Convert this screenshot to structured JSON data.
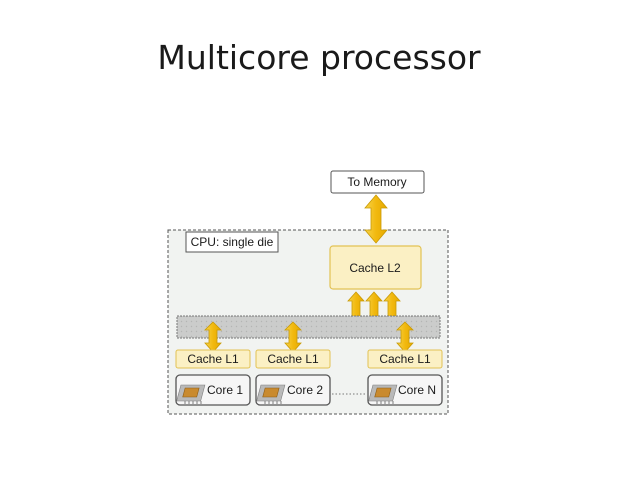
{
  "slide": {
    "title": "Multicore processor"
  },
  "diagram": {
    "die_label": "CPU: single die",
    "memory_label": "To Memory",
    "cache_l2_label": "Cache L2",
    "cores": [
      {
        "cache_label": "Cache L1",
        "core_label": "Core 1"
      },
      {
        "cache_label": "Cache L1",
        "core_label": "Core 2"
      },
      {
        "cache_label": "Cache L1",
        "core_label": "Core N"
      }
    ],
    "colors": {
      "arrow": "#f2c01c",
      "arrow_stroke": "#c99a05",
      "cache_fill": "#fbf0c4",
      "cache_stroke": "#e2c254",
      "die_background": "#f1f3f1",
      "bus_fill": "#c9cac9"
    }
  }
}
